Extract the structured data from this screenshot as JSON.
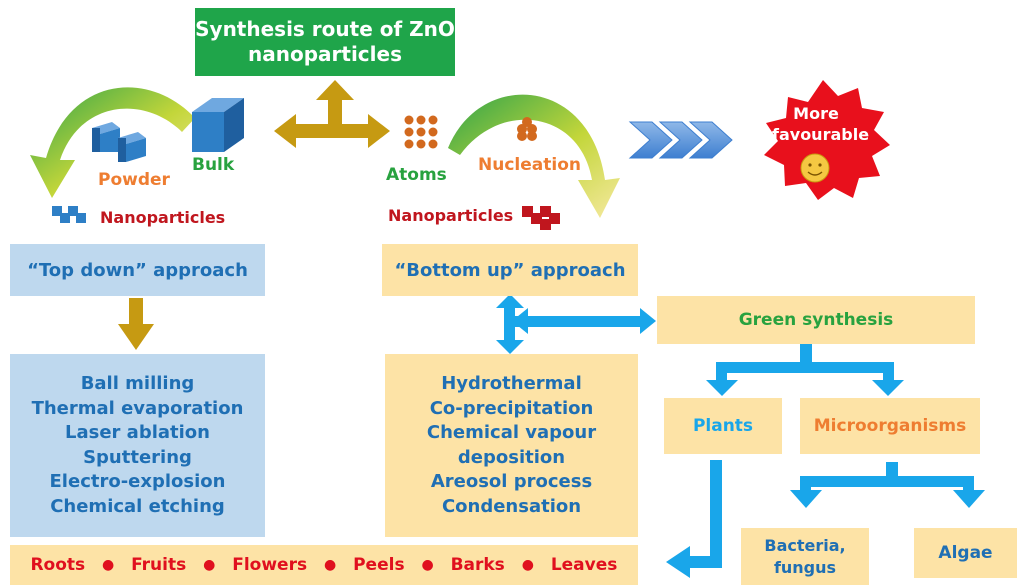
{
  "title": "Synthesis route of ZnO nanoparticles",
  "top_labels": {
    "powder": "Powder",
    "bulk": "Bulk",
    "nanoparticles_left": "Nanoparticles",
    "atoms": "Atoms",
    "nucleation": "Nucleation",
    "nanoparticles_right": "Nanoparticles",
    "favourable": "More favourable"
  },
  "top_down": {
    "header": "“Top down” approach",
    "methods": [
      "Ball milling",
      "Thermal evaporation",
      "Laser ablation",
      "Sputtering",
      "Electro-explosion",
      "Chemical etching"
    ]
  },
  "bottom_up": {
    "header": "“Bottom up” approach",
    "methods": [
      "Hydrothermal",
      "Co-precipitation",
      "Chemical vapour",
      "deposition",
      "Areosol process",
      "Condensation"
    ]
  },
  "green": {
    "header": "Green synthesis",
    "plants": "Plants",
    "microorganisms": "Microorganisms",
    "bacteria": "Bacteria, fungus",
    "algae": "Algae"
  },
  "plant_parts": [
    "Roots",
    "Fruits",
    "Flowers",
    "Peels",
    "Barks",
    "Leaves"
  ],
  "colors": {
    "green": "#1fa54a",
    "blue_arrow": "#19a6ea",
    "gold_arrow": "#c69a12",
    "cube_blue": "#2e7fc6",
    "red": "#e0101e",
    "tan": "#fde3a6",
    "light_blue": "#bed8ee"
  }
}
